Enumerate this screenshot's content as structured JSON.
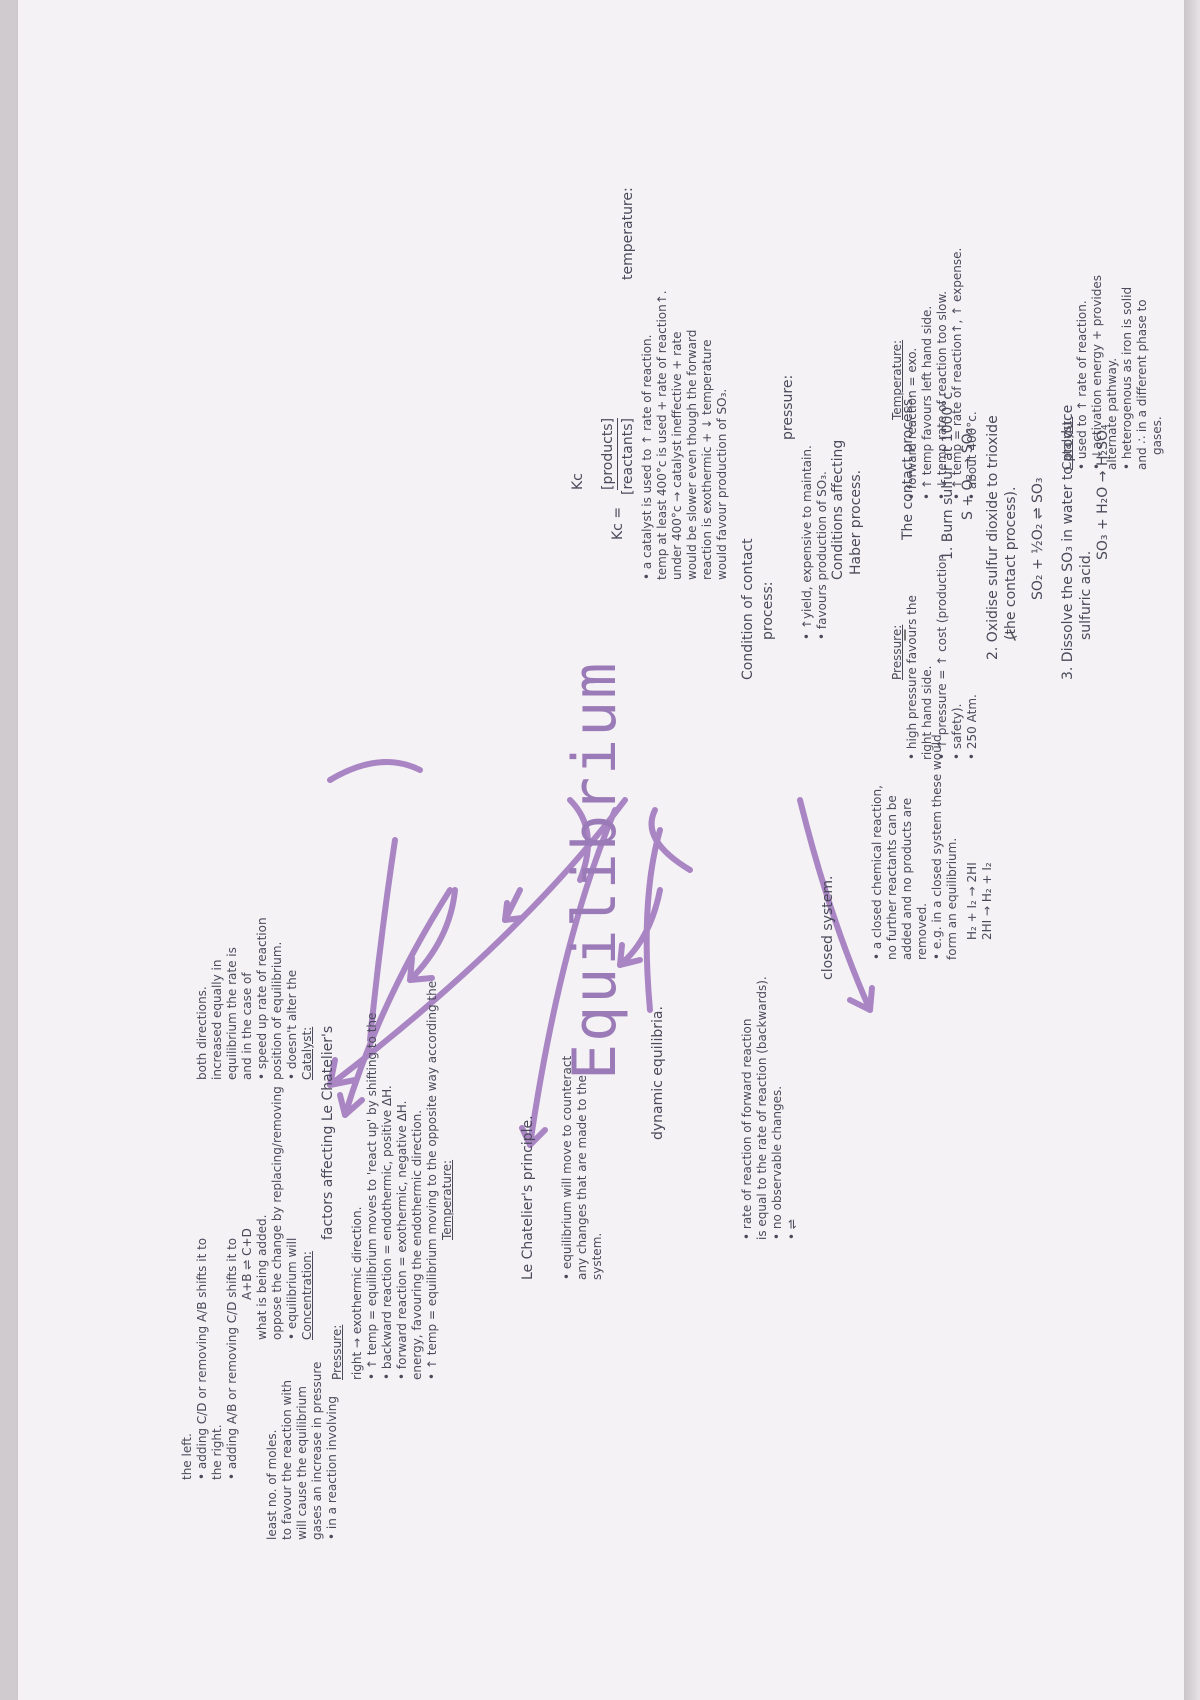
{
  "title": "Equilibrium",
  "contact_process": {
    "heading": "The contact process.",
    "step1": "1. Burn sulfur at 1000°c",
    "step1_eq": "S + O₂ → SO₂",
    "step2": "2. Oxidise sulfur dioxide to trioxide",
    "step2_sub": "(the contact process).",
    "step2_eq": "SO₂ + ½O₂ ⇌ SO₃",
    "step3": "3. Dissolve the SO₃ in water to produce",
    "step3_sub": "sulfuric acid.",
    "step3_eq": "SO₃ + H₂O → H₂SO₄"
  },
  "contact_catalyst": {
    "heading": "Catalyst:",
    "lines": [
      "• used to ↑ rate of reaction.",
      "• ↓activation energy + provides",
      "alternate pathway.",
      "• heterogenous as iron is solid",
      "and ∴ in a different phase to",
      "gases."
    ]
  },
  "contact_conditions": {
    "label": "Condition of contact",
    "label2": "process:",
    "pressure_heading": "pressure:",
    "pressure_lines": [
      "• ↑yield, expensive to maintain.",
      "• favours production of SO₃."
    ],
    "temperature_heading": "temperature:",
    "temperature_lines": [
      "• a catalyst is used to ↑ rate of reaction.",
      "temp at least 400°c is used + rate of reaction↑.",
      "under 400°c → catalyst ineffective + rate",
      "would be slower even though the forward",
      "reaction is exothermic + ↓ temperature",
      "would favour production of SO₃."
    ]
  },
  "haber": {
    "label": "Conditions affecting",
    "label2": "Haber process.",
    "temperature_heading": "Temperature:",
    "temperature_lines": [
      "• forward reaction = exo.",
      "• ↑ temp favours left hand side.",
      "• ↓ temp rate of reaction too slow.",
      "• ↑ temp = rate of reaction↑, ↑ expense.",
      "• about 400°c."
    ],
    "pressure_heading": "Pressure:",
    "pressure_lines": [
      "• high pressure favours the",
      "right hand side.",
      "• ↑ pressure = ↑ cost (production",
      "• safety).",
      "• 250 Atm."
    ]
  },
  "kc": {
    "label": "Kc",
    "formula_lhs": "Kc =",
    "numerator": "[products]",
    "denominator": "[reactants]"
  },
  "closed_system": {
    "label": "closed system.",
    "lines": [
      "• a closed chemical reaction,",
      "no further reactants can be",
      "added and no products are",
      "removed.",
      "• e.g. in a closed system these would",
      "form an equilibrium."
    ],
    "eq1": "H₂ + I₂ → 2HI",
    "eq2": "2HI → H₂ + I₂"
  },
  "dynamic": {
    "label": "dynamic equilibria.",
    "lines": [
      "• rate of reaction of forward reaction",
      "is equal to the rate of reaction (backwards).",
      "• no observable changes.",
      "• ⇌"
    ]
  },
  "le_chatelier": {
    "label": "Le Chatelier's principle.",
    "lines": [
      "• equilibrium will move to counteract",
      "any changes that are made to the",
      "system."
    ]
  },
  "factors": {
    "label": "factors affecting Le Chatelier's",
    "temperature_heading": "Temperature:",
    "temperature_lines": [
      "• ↑ temp = equilibrium moving to the opposite way according the",
      "energy, favouring the endothermic direction.",
      "• forward reaction = exothermic, negative ΔH.",
      "• backward reaction = endothermic, positive ΔH.",
      "• ↑ temp = equilibrium moves to 'react up' by shifting to the",
      "right → exothermic direction."
    ],
    "catalyst_heading": "Catalyst:",
    "catalyst_lines": [
      "• doesn't alter the",
      "position of equilibrium.",
      "• speed up rate of reaction",
      "and in the case of",
      "equilibrium the rate is",
      "increased equally in",
      "both directions."
    ],
    "concentration_heading": "Concentration:",
    "concentration_lines": [
      "• equilibrium will",
      "oppose the change by replacing/removing",
      "what is being added.",
      "A+B ⇌ C+D"
    ],
    "concentration_more": [
      "• adding A/B or removing C/D shifts it to",
      "the right.",
      "• adding C/D or removing A/B shifts it to",
      "the left."
    ],
    "pressure_heading": "Pressure:",
    "pressure_lines": [
      "• in a reaction involving",
      "gases an increase in pressure",
      "will cause the equilibrium",
      "to favour the reaction with",
      "least no. of moles."
    ]
  }
}
